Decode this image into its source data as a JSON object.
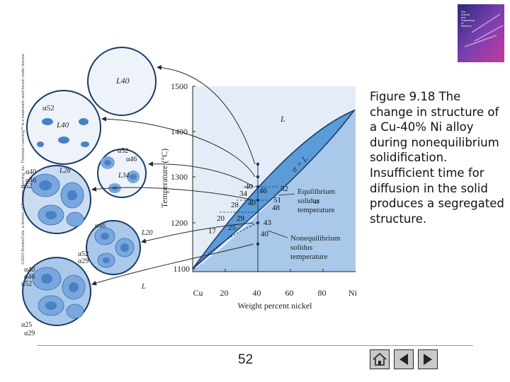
{
  "caption": "Figure 9.18 The change in structure of a Cu-40% Ni alloy during nonequilibrium solidification. Insufficient time for diffusion in the solid produces a segregated structure.",
  "copyright": "©2003 Brooks/Cole, a division of Thomson Learning, Inc. Thomson Learning™ is a trademark used herein under license.",
  "page_number": "52",
  "book_cover": {
    "title_lines": [
      "The",
      "Science",
      "and",
      "Engineering",
      "of",
      "Materials"
    ],
    "colors": [
      "#5a4fb0",
      "#c23a9e",
      "#e6e6f5"
    ]
  },
  "diagram": {
    "x_label": "Weight percent nickel",
    "y_label": "Temperature (°C)",
    "x_ticks": [
      "Cu",
      "20",
      "40",
      "60",
      "80",
      "Ni"
    ],
    "y_ticks": [
      "1100",
      "1200",
      "1300",
      "1400",
      "1500"
    ],
    "region_liquid": "L",
    "region_two_phase": "α + L",
    "region_alpha": "α",
    "labels": {
      "equilibrium_solidus": [
        "Equilibrium",
        "solidus",
        "temperature"
      ],
      "nonequilibrium_solidus": [
        "Nonequilibrium",
        "solidus",
        "temperature"
      ]
    },
    "composition_labels_left": [
      "40",
      "34",
      "28",
      "20",
      "17"
    ],
    "composition_labels_right": [
      "46",
      "40",
      "29",
      "25",
      "52",
      "51",
      "48",
      "43",
      "40"
    ],
    "micro_labels": {
      "c1": [
        "L40"
      ],
      "c2": [
        "α52",
        "L40"
      ],
      "c3": [
        "α52",
        "α46",
        "L34"
      ],
      "c4": [
        "α40",
        "α46",
        "α52",
        "L28"
      ],
      "c5": [
        "α46",
        "α52",
        "α29",
        "L20"
      ],
      "c6": [
        "α40",
        "α46",
        "α52",
        "α29",
        "α25",
        "L"
      ]
    },
    "colors": {
      "liquid": "#e4edf7",
      "alpha": "#a9c8ea",
      "band": "#5a9bd8",
      "grain": "#7aa7dd",
      "core": "#4b7fc6",
      "line": "#1a3a66",
      "arrow": "#2a2a2a"
    }
  }
}
